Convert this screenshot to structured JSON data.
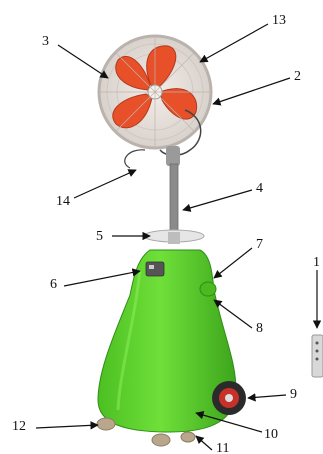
{
  "callouts": [
    {
      "id": "c1",
      "label": "1"
    },
    {
      "id": "c2",
      "label": "2"
    },
    {
      "id": "c3",
      "label": "3"
    },
    {
      "id": "c4",
      "label": "4"
    },
    {
      "id": "c5",
      "label": "5"
    },
    {
      "id": "c6",
      "label": "6"
    },
    {
      "id": "c7",
      "label": "7"
    },
    {
      "id": "c8",
      "label": "8"
    },
    {
      "id": "c9",
      "label": "9"
    },
    {
      "id": "c10",
      "label": "10"
    },
    {
      "id": "c11",
      "label": "11"
    },
    {
      "id": "c12",
      "label": "12"
    },
    {
      "id": "c13",
      "label": "13"
    },
    {
      "id": "c14",
      "label": "14"
    }
  ],
  "colors": {
    "body_green": "#5fd12e",
    "body_green_dark": "#3fa81e",
    "blade_orange": "#e8502a",
    "pole_gray": "#8a8a8a",
    "wheel_red": "#c8302a",
    "wheel_dark": "#2b2b2b"
  }
}
